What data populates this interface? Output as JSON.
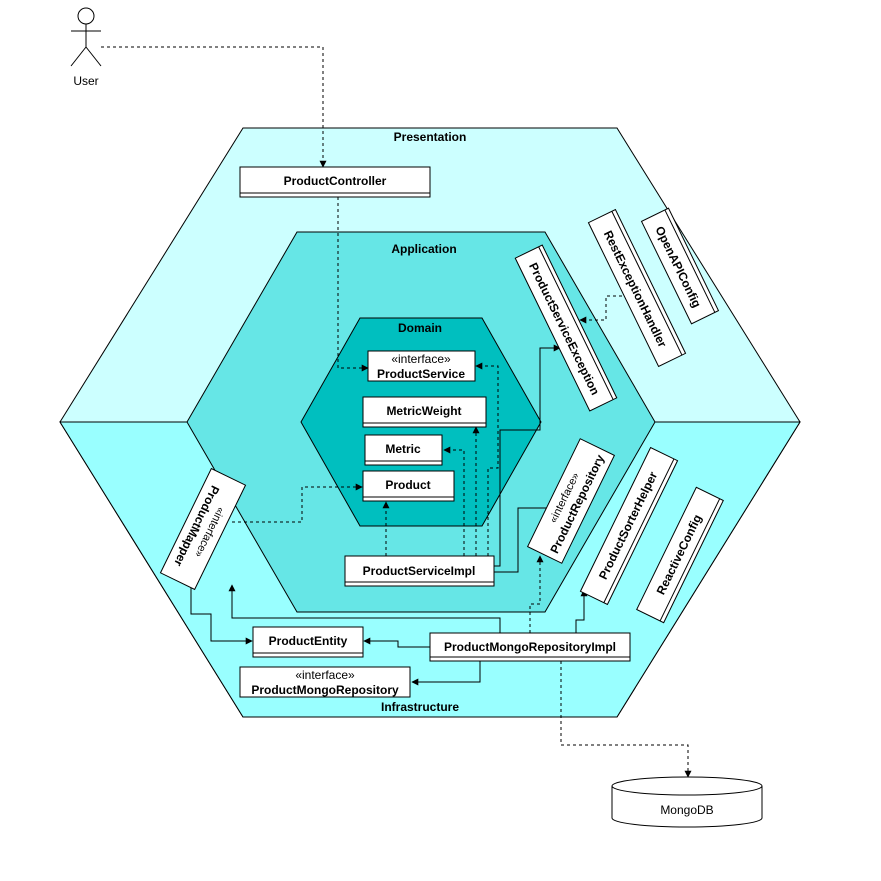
{
  "actor": {
    "label": "User"
  },
  "layers": {
    "presentation": "Presentation",
    "application": "Application",
    "domain": "Domain",
    "infrastructure": "Infrastructure"
  },
  "classes": {
    "product_controller": "ProductController",
    "product_service_stereotype": "«interface»",
    "product_service": "ProductService",
    "metric_weight": "MetricWeight",
    "metric": "Metric",
    "product": "Product",
    "product_service_impl": "ProductServiceImpl",
    "product_service_exception": "ProductServiceException",
    "rest_exception_handler": "RestExceptionHandler",
    "open_api_config": "OpenAPIConfig",
    "product_mapper_stereotype": "«interface»",
    "product_mapper": "ProductMapper",
    "product_repository_stereotype": "«interface»",
    "product_repository": "ProductRepository",
    "product_sorter_helper": "ProductSorterHelper",
    "reactive_config": "ReactiveConfig",
    "product_entity": "ProductEntity",
    "product_mongo_repository_impl": "ProductMongoRepositoryImpl",
    "product_mongo_repository_stereotype": "«interface»",
    "product_mongo_repository": "ProductMongoRepository"
  },
  "database": {
    "label": "MongoDB"
  },
  "colors": {
    "outer_hex": "#ccffff",
    "lower_hex": "#99ffff",
    "middle_hex": "#66e6e6",
    "inner_hex": "#00bfbf"
  }
}
